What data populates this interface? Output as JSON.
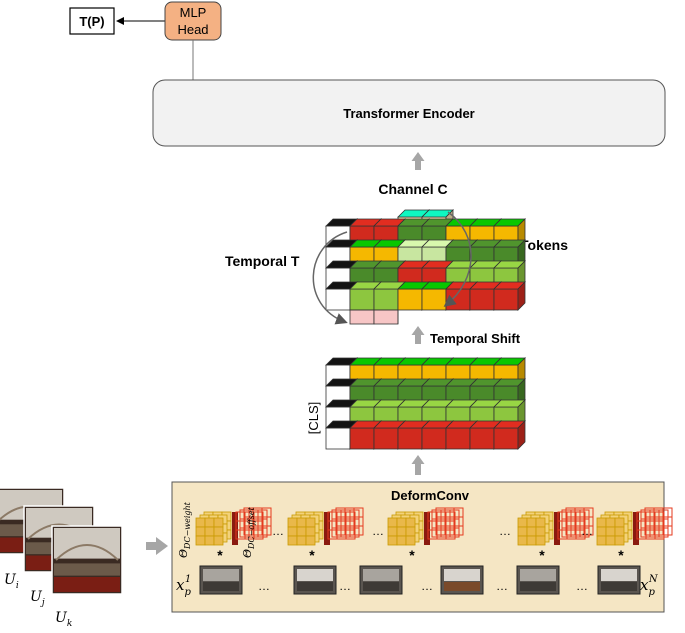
{
  "output": {
    "label": "T(P)"
  },
  "mlp_head": {
    "line1": "MLP",
    "line2": "Head"
  },
  "encoder": {
    "label": "Transformer Encoder"
  },
  "labels": {
    "channel": "Channel C",
    "tokens": "Tokens",
    "temporal": "Temporal T",
    "temporal_shift": "Temporal Shift",
    "cls": "[CLS]"
  },
  "deformconv": {
    "title": "DeformConv",
    "weight_label": "Θ",
    "weight_sub": "DC−weight",
    "offset_label": "Θ",
    "offset_sub": "DC−offset",
    "operator": "*",
    "ellipsis": "…",
    "first_patch": {
      "base": "x",
      "sub": "p",
      "sup": "1"
    },
    "last_patch": {
      "base": "x",
      "sub": "p",
      "sup": "N"
    }
  },
  "inputs": [
    {
      "base": "U",
      "sub": "i"
    },
    {
      "base": "U",
      "sub": "j"
    },
    {
      "base": "U",
      "sub": "k"
    }
  ],
  "colors": {
    "mlp_fill": "#f4b183",
    "encoder_fill": "#f2f2f2",
    "deform_fill": "#f5e6c4",
    "orange": "#f5b800",
    "dark_green": "#4a8a2a",
    "light_green": "#8dc63f",
    "red": "#d12a1e",
    "pale_green": "#c8e6a0",
    "cream": "#fbe6b3",
    "pink": "#f7c6c6",
    "arrow_gray": "#a6a6a6"
  }
}
